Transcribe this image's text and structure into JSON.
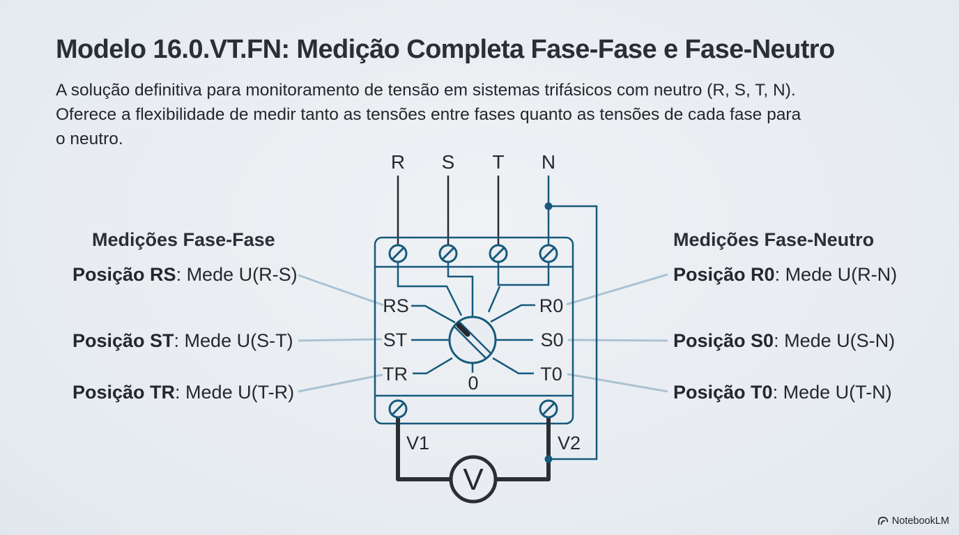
{
  "page": {
    "title": "Modelo 16.0.VT.FN: Medição Completa Fase-Fase e Fase-Neutro",
    "description_lines": [
      "A solução definitiva para monitoramento de tensão em sistemas trifásicos com neutro (R, S, T, N).",
      "Oferece a flexibilidade de medir tanto as tensões entre fases quanto as tensões de cada fase para",
      "o neutro."
    ]
  },
  "left_panel": {
    "heading": "Medições Fase-Fase",
    "items": [
      {
        "label": "Posição RS",
        "description": ": Mede U(R-S)"
      },
      {
        "label": "Posição ST",
        "description": ": Mede U(S-T)"
      },
      {
        "label": "Posição TR",
        "description": ": Mede U(T-R)"
      }
    ]
  },
  "right_panel": {
    "heading": "Medições Fase-Neutro",
    "items": [
      {
        "label": "Posição R0",
        "description": ": Mede U(R-N)"
      },
      {
        "label": "Posição S0",
        "description": ": Mede U(S-N)"
      },
      {
        "label": "Posição T0",
        "description": ": Mede U(T-N)"
      }
    ]
  },
  "diagram": {
    "phase_labels": [
      "R",
      "S",
      "T",
      "N"
    ],
    "switch_positions_left": [
      "RS",
      "ST",
      "TR"
    ],
    "switch_positions_right": [
      "R0",
      "S0",
      "T0"
    ],
    "switch_position_off": "0",
    "output_terminals": [
      "V1",
      "V2"
    ],
    "voltmeter_label": "V"
  },
  "footer": {
    "watermark": "NotebookLM"
  },
  "colors": {
    "background": "#e9edf1",
    "accent_teal": "#16597c",
    "wire_black": "#2b2e32",
    "callout_blue": "#abc2d2",
    "text_dark": "#26292d"
  }
}
